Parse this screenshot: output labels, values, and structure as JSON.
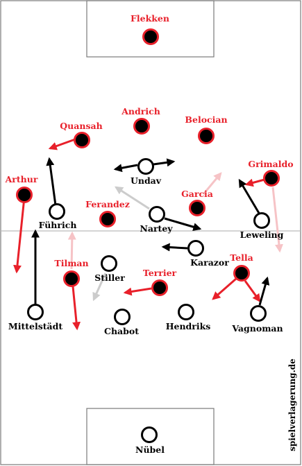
{
  "watermark": "spielverlagerung.de",
  "colors": {
    "red": "#e8202a",
    "black": "#000000",
    "pink": "#f6c3c6",
    "grey": "#cccccc",
    "line": "#7a7a7a"
  },
  "red_players": [
    {
      "id": "flekken",
      "name": "Flekken"
    },
    {
      "id": "andrich",
      "name": "Andrich"
    },
    {
      "id": "quansah",
      "name": "Quansah"
    },
    {
      "id": "belocian",
      "name": "Belocian"
    },
    {
      "id": "grimaldo",
      "name": "Grimaldo"
    },
    {
      "id": "arthur",
      "name": "Arthur"
    },
    {
      "id": "garcia",
      "name": "Garcia"
    },
    {
      "id": "ferandez",
      "name": "Ferandez"
    },
    {
      "id": "tella",
      "name": "Tella"
    },
    {
      "id": "tilman",
      "name": "Tilman"
    },
    {
      "id": "terrier",
      "name": "Terrier"
    }
  ],
  "white_players": [
    {
      "id": "undav",
      "name": "Undav"
    },
    {
      "id": "fuhrich",
      "name": "Führich"
    },
    {
      "id": "nartey",
      "name": "Nartey"
    },
    {
      "id": "leweling",
      "name": "Leweling"
    },
    {
      "id": "karazor",
      "name": "Karazor"
    },
    {
      "id": "stiller",
      "name": "Stiller"
    },
    {
      "id": "mittelstadt",
      "name": "Mittelstädt"
    },
    {
      "id": "chabot",
      "name": "Chabot"
    },
    {
      "id": "hendriks",
      "name": "Hendriks"
    },
    {
      "id": "vagnoman",
      "name": "Vagnoman"
    },
    {
      "id": "nubel",
      "name": "Nübel"
    }
  ]
}
